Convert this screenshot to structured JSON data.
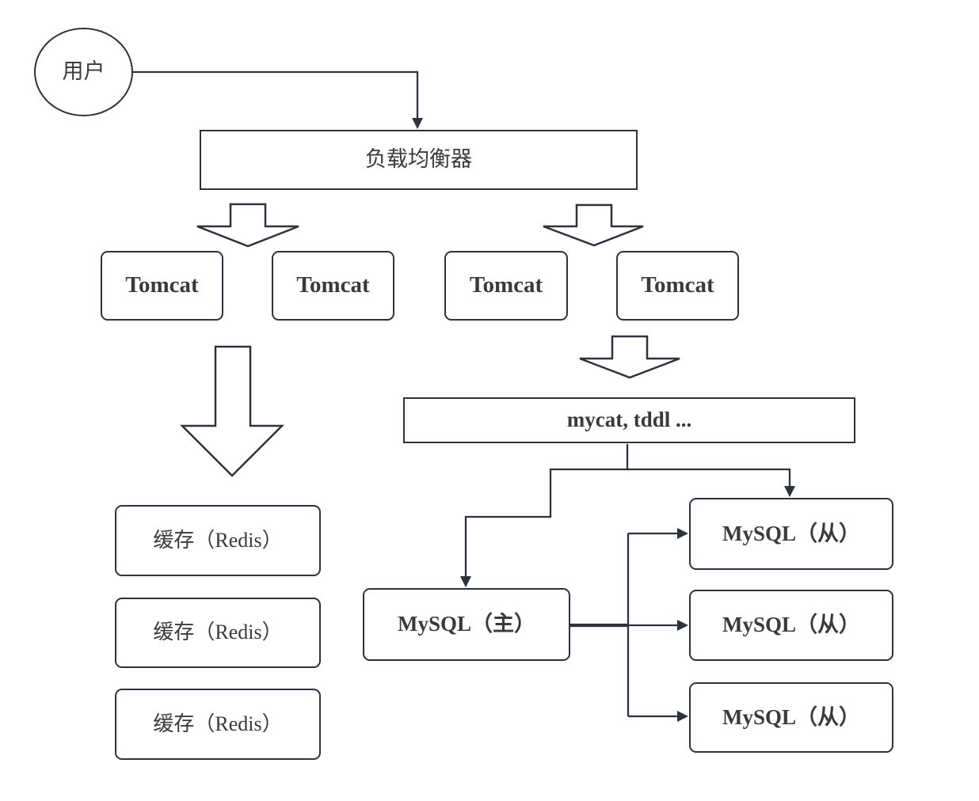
{
  "colors": {
    "background": "#ffffff",
    "stroke": "#2d323c",
    "text": "#3a3a3a"
  },
  "nodes": {
    "user": "用户",
    "load_balancer": "负载均衡器",
    "tomcats": [
      "Tomcat",
      "Tomcat",
      "Tomcat",
      "Tomcat"
    ],
    "middleware": "mycat, tddl ...",
    "caches": [
      "缓存（Redis）",
      "缓存（Redis）",
      "缓存（Redis）"
    ],
    "mysql_master": "MySQL（主）",
    "mysql_slaves": [
      "MySQL（从）",
      "MySQL（从）",
      "MySQL（从）"
    ]
  },
  "edges": [
    {
      "from": "user",
      "to": "load_balancer",
      "style": "line-arrow"
    },
    {
      "from": "load_balancer",
      "to": "tomcats_left_pair",
      "style": "fat-arrow"
    },
    {
      "from": "load_balancer",
      "to": "tomcats_right_pair",
      "style": "fat-arrow"
    },
    {
      "from": "tomcat_1",
      "to": "caches",
      "style": "fat-arrow"
    },
    {
      "from": "tomcats_right_pair",
      "to": "middleware",
      "style": "fat-arrow"
    },
    {
      "from": "middleware",
      "to": "mysql_master",
      "style": "line-arrow"
    },
    {
      "from": "middleware",
      "to": "mysql_slave_1",
      "style": "line-arrow"
    },
    {
      "from": "mysql_master",
      "to": "mysql_slave_1",
      "style": "line-arrow"
    },
    {
      "from": "mysql_master",
      "to": "mysql_slave_2",
      "style": "thick-line-arrow"
    },
    {
      "from": "mysql_master",
      "to": "mysql_slave_3",
      "style": "line-arrow"
    }
  ]
}
